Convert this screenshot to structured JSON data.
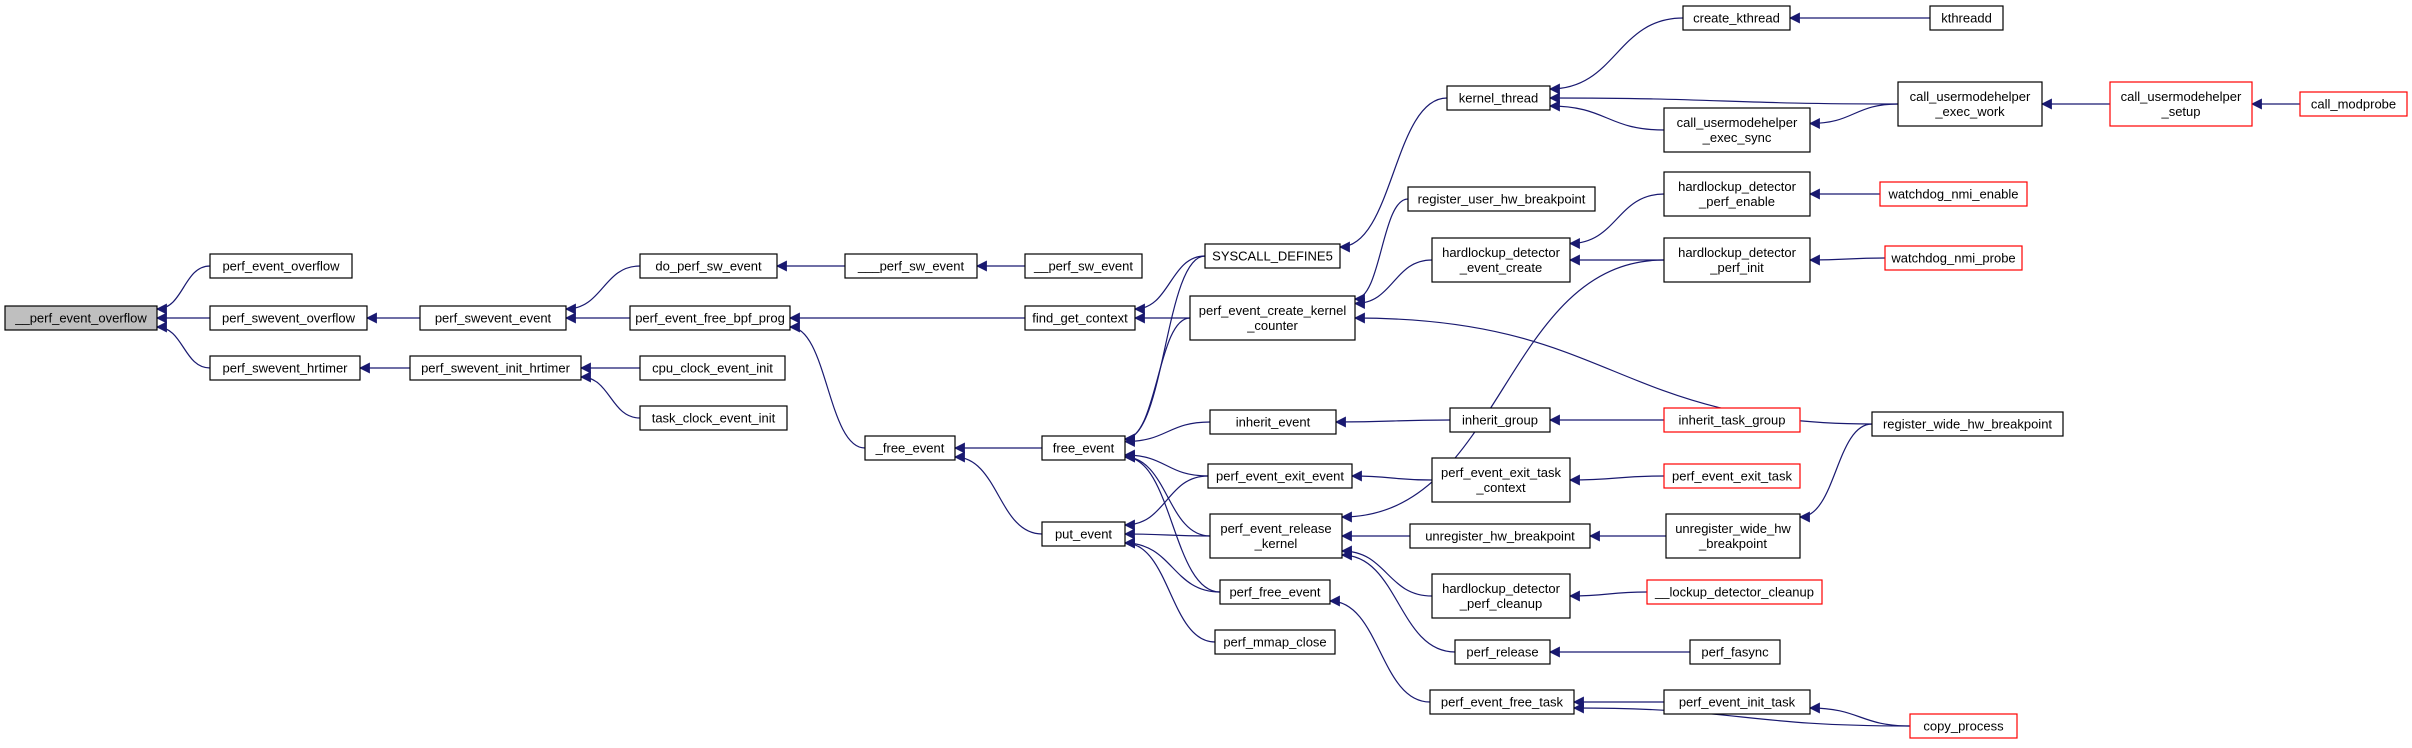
{
  "graph": {
    "edge_color": "#191970",
    "highlight_fill": "#bfbfbf",
    "truncated_border_color": "#ff0000",
    "nodes": [
      {
        "id": "perf_event_overflow_internal",
        "lines": [
          "__perf_event_overflow"
        ],
        "style": "highlight"
      },
      {
        "id": "perf_event_overflow",
        "lines": [
          "perf_event_overflow"
        ],
        "style": "normal"
      },
      {
        "id": "perf_swevent_overflow",
        "lines": [
          "perf_swevent_overflow"
        ],
        "style": "normal"
      },
      {
        "id": "perf_swevent_hrtimer",
        "lines": [
          "perf_swevent_hrtimer"
        ],
        "style": "normal"
      },
      {
        "id": "perf_swevent_event",
        "lines": [
          "perf_swevent_event"
        ],
        "style": "normal"
      },
      {
        "id": "perf_swevent_init_hrtimer",
        "lines": [
          "perf_swevent_init_hrtimer"
        ],
        "style": "normal"
      },
      {
        "id": "do_perf_sw_event",
        "lines": [
          "do_perf_sw_event"
        ],
        "style": "normal"
      },
      {
        "id": "perf_event_free_bpf_prog",
        "lines": [
          "perf_event_free_bpf_prog"
        ],
        "style": "normal"
      },
      {
        "id": "cpu_clock_event_init",
        "lines": [
          "cpu_clock_event_init"
        ],
        "style": "normal"
      },
      {
        "id": "task_clock_event_init",
        "lines": [
          "task_clock_event_init"
        ],
        "style": "normal"
      },
      {
        "id": "perf_sw_event_internal",
        "lines": [
          "___perf_sw_event"
        ],
        "style": "normal"
      },
      {
        "id": "perf_sw_event",
        "lines": [
          "__perf_sw_event"
        ],
        "style": "normal"
      },
      {
        "id": "free_event_internal",
        "lines": [
          "_free_event"
        ],
        "style": "normal"
      },
      {
        "id": "find_get_context",
        "lines": [
          "find_get_context"
        ],
        "style": "normal"
      },
      {
        "id": "free_event",
        "lines": [
          "free_event"
        ],
        "style": "normal"
      },
      {
        "id": "put_event",
        "lines": [
          "put_event"
        ],
        "style": "normal"
      },
      {
        "id": "syscall_define5",
        "lines": [
          "SYSCALL_DEFINE5"
        ],
        "style": "normal"
      },
      {
        "id": "perf_event_create_kernel_counter",
        "lines": [
          "perf_event_create_kernel",
          "_counter"
        ],
        "style": "normal"
      },
      {
        "id": "inherit_event",
        "lines": [
          "inherit_event"
        ],
        "style": "normal"
      },
      {
        "id": "perf_event_exit_event",
        "lines": [
          "perf_event_exit_event"
        ],
        "style": "normal"
      },
      {
        "id": "perf_event_release_kernel",
        "lines": [
          "perf_event_release",
          "_kernel"
        ],
        "style": "normal"
      },
      {
        "id": "perf_free_event",
        "lines": [
          "perf_free_event"
        ],
        "style": "normal"
      },
      {
        "id": "perf_mmap_close",
        "lines": [
          "perf_mmap_close"
        ],
        "style": "normal"
      },
      {
        "id": "kernel_thread",
        "lines": [
          "kernel_thread"
        ],
        "style": "normal"
      },
      {
        "id": "register_user_hw_breakpoint",
        "lines": [
          "register_user_hw_breakpoint"
        ],
        "style": "normal"
      },
      {
        "id": "hardlockup_detector_event_create",
        "lines": [
          "hardlockup_detector",
          "_event_create"
        ],
        "style": "normal"
      },
      {
        "id": "inherit_group",
        "lines": [
          "inherit_group"
        ],
        "style": "normal"
      },
      {
        "id": "perf_event_exit_task_context",
        "lines": [
          "perf_event_exit_task",
          "_context"
        ],
        "style": "normal"
      },
      {
        "id": "unregister_hw_breakpoint",
        "lines": [
          "unregister_hw_breakpoint"
        ],
        "style": "normal"
      },
      {
        "id": "hardlockup_detector_perf_cleanup",
        "lines": [
          "hardlockup_detector",
          "_perf_cleanup"
        ],
        "style": "normal"
      },
      {
        "id": "perf_release",
        "lines": [
          "perf_release"
        ],
        "style": "normal"
      },
      {
        "id": "perf_event_free_task",
        "lines": [
          "perf_event_free_task"
        ],
        "style": "normal"
      },
      {
        "id": "create_kthread",
        "lines": [
          "create_kthread"
        ],
        "style": "normal"
      },
      {
        "id": "call_usermodehelper_exec_sync",
        "lines": [
          "call_usermodehelper",
          "_exec_sync"
        ],
        "style": "normal"
      },
      {
        "id": "hardlockup_detector_perf_enable",
        "lines": [
          "hardlockup_detector",
          "_perf_enable"
        ],
        "style": "normal"
      },
      {
        "id": "hardlockup_detector_perf_init",
        "lines": [
          "hardlockup_detector",
          "_perf_init"
        ],
        "style": "normal"
      },
      {
        "id": "inherit_task_group",
        "lines": [
          "inherit_task_group"
        ],
        "style": "truncated"
      },
      {
        "id": "perf_event_exit_task",
        "lines": [
          "perf_event_exit_task"
        ],
        "style": "truncated"
      },
      {
        "id": "unregister_wide_hw_breakpoint",
        "lines": [
          "unregister_wide_hw",
          "_breakpoint"
        ],
        "style": "normal"
      },
      {
        "id": "lockup_detector_cleanup",
        "lines": [
          "__lockup_detector_cleanup"
        ],
        "style": "truncated"
      },
      {
        "id": "perf_fasync",
        "lines": [
          "perf_fasync"
        ],
        "style": "normal"
      },
      {
        "id": "perf_event_init_task",
        "lines": [
          "perf_event_init_task"
        ],
        "style": "normal"
      },
      {
        "id": "kthreadd",
        "lines": [
          "kthreadd"
        ],
        "style": "normal"
      },
      {
        "id": "call_usermodehelper_exec_work",
        "lines": [
          "call_usermodehelper",
          "_exec_work"
        ],
        "style": "normal"
      },
      {
        "id": "watchdog_nmi_enable",
        "lines": [
          "watchdog_nmi_enable"
        ],
        "style": "truncated"
      },
      {
        "id": "watchdog_nmi_probe",
        "lines": [
          "watchdog_nmi_probe"
        ],
        "style": "truncated"
      },
      {
        "id": "register_wide_hw_breakpoint",
        "lines": [
          "register_wide_hw_breakpoint"
        ],
        "style": "normal"
      },
      {
        "id": "copy_process",
        "lines": [
          "copy_process"
        ],
        "style": "truncated"
      },
      {
        "id": "call_usermodehelper_setup",
        "lines": [
          "call_usermodehelper",
          "_setup"
        ],
        "style": "truncated"
      },
      {
        "id": "call_modprobe",
        "lines": [
          "call_modprobe"
        ],
        "style": "truncated"
      }
    ],
    "edges": [
      {
        "from": "perf_event_overflow",
        "to": "perf_event_overflow_internal"
      },
      {
        "from": "perf_swevent_overflow",
        "to": "perf_event_overflow_internal"
      },
      {
        "from": "perf_swevent_hrtimer",
        "to": "perf_event_overflow_internal"
      },
      {
        "from": "perf_swevent_event",
        "to": "perf_swevent_overflow"
      },
      {
        "from": "perf_swevent_init_hrtimer",
        "to": "perf_swevent_hrtimer"
      },
      {
        "from": "do_perf_sw_event",
        "to": "perf_swevent_event"
      },
      {
        "from": "perf_event_free_bpf_prog",
        "to": "perf_swevent_event"
      },
      {
        "from": "cpu_clock_event_init",
        "to": "perf_swevent_init_hrtimer"
      },
      {
        "from": "task_clock_event_init",
        "to": "perf_swevent_init_hrtimer"
      },
      {
        "from": "perf_sw_event_internal",
        "to": "do_perf_sw_event"
      },
      {
        "from": "perf_sw_event",
        "to": "perf_sw_event_internal"
      },
      {
        "from": "find_get_context",
        "to": "perf_event_free_bpf_prog"
      },
      {
        "from": "free_event_internal",
        "to": "perf_event_free_bpf_prog"
      },
      {
        "from": "free_event",
        "to": "free_event_internal"
      },
      {
        "from": "put_event",
        "to": "free_event_internal"
      },
      {
        "from": "syscall_define5",
        "to": "find_get_context"
      },
      {
        "from": "perf_event_create_kernel_counter",
        "to": "find_get_context"
      },
      {
        "from": "syscall_define5",
        "to": "free_event"
      },
      {
        "from": "perf_event_create_kernel_counter",
        "to": "free_event"
      },
      {
        "from": "inherit_event",
        "to": "free_event"
      },
      {
        "from": "perf_event_exit_event",
        "to": "free_event"
      },
      {
        "from": "perf_event_release_kernel",
        "to": "free_event"
      },
      {
        "from": "perf_free_event",
        "to": "free_event"
      },
      {
        "from": "perf_event_exit_event",
        "to": "put_event"
      },
      {
        "from": "perf_event_release_kernel",
        "to": "put_event"
      },
      {
        "from": "perf_free_event",
        "to": "put_event"
      },
      {
        "from": "perf_mmap_close",
        "to": "put_event"
      },
      {
        "from": "kernel_thread",
        "to": "syscall_define5"
      },
      {
        "from": "register_user_hw_breakpoint",
        "to": "perf_event_create_kernel_counter"
      },
      {
        "from": "hardlockup_detector_event_create",
        "to": "perf_event_create_kernel_counter"
      },
      {
        "from": "register_wide_hw_breakpoint",
        "to": "perf_event_create_kernel_counter"
      },
      {
        "from": "inherit_group",
        "to": "inherit_event"
      },
      {
        "from": "perf_event_exit_task_context",
        "to": "perf_event_exit_event"
      },
      {
        "from": "unregister_hw_breakpoint",
        "to": "perf_event_release_kernel"
      },
      {
        "from": "hardlockup_detector_perf_cleanup",
        "to": "perf_event_release_kernel"
      },
      {
        "from": "perf_release",
        "to": "perf_event_release_kernel"
      },
      {
        "from": "hardlockup_detector_perf_init",
        "to": "perf_event_release_kernel"
      },
      {
        "from": "perf_event_free_task",
        "to": "perf_free_event"
      },
      {
        "from": "create_kthread",
        "to": "kernel_thread"
      },
      {
        "from": "call_usermodehelper_exec_sync",
        "to": "kernel_thread"
      },
      {
        "from": "call_usermodehelper_exec_work",
        "to": "kernel_thread"
      },
      {
        "from": "hardlockup_detector_perf_enable",
        "to": "hardlockup_detector_event_create"
      },
      {
        "from": "hardlockup_detector_perf_init",
        "to": "hardlockup_detector_event_create"
      },
      {
        "from": "inherit_task_group",
        "to": "inherit_group"
      },
      {
        "from": "perf_event_exit_task",
        "to": "perf_event_exit_task_context"
      },
      {
        "from": "unregister_wide_hw_breakpoint",
        "to": "unregister_hw_breakpoint"
      },
      {
        "from": "lockup_detector_cleanup",
        "to": "hardlockup_detector_perf_cleanup"
      },
      {
        "from": "perf_fasync",
        "to": "perf_release"
      },
      {
        "from": "perf_event_init_task",
        "to": "perf_event_free_task"
      },
      {
        "from": "copy_process",
        "to": "perf_event_free_task"
      },
      {
        "from": "kthreadd",
        "to": "create_kthread"
      },
      {
        "from": "call_usermodehelper_exec_work",
        "to": "call_usermodehelper_exec_sync"
      },
      {
        "from": "watchdog_nmi_enable",
        "to": "hardlockup_detector_perf_enable"
      },
      {
        "from": "watchdog_nmi_probe",
        "to": "hardlockup_detector_perf_init"
      },
      {
        "from": "register_wide_hw_breakpoint",
        "to": "unregister_wide_hw_breakpoint"
      },
      {
        "from": "copy_process",
        "to": "perf_event_init_task"
      },
      {
        "from": "call_usermodehelper_setup",
        "to": "call_usermodehelper_exec_work"
      },
      {
        "from": "call_modprobe",
        "to": "call_usermodehelper_setup"
      }
    ]
  }
}
